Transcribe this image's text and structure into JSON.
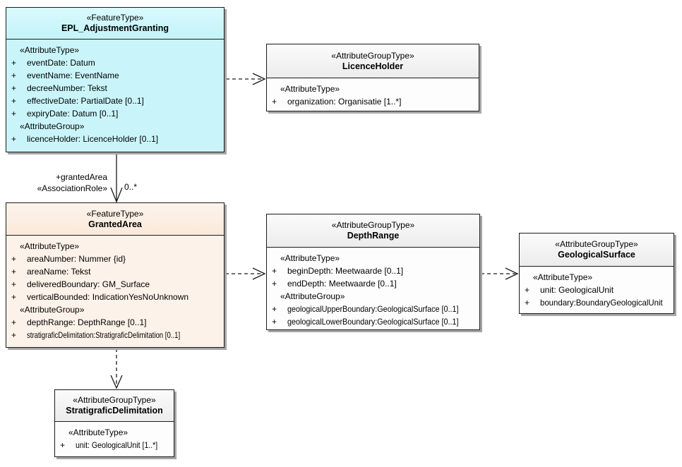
{
  "diagram": {
    "colors": {
      "feature_type_fill": "#C9F5FA",
      "granted_area_fill": "#FDF2E9",
      "attribute_group_fill": "#FDFDFD",
      "attribute_group_header": "#ECECEC",
      "border": "#1A1A1A",
      "shadow": "#A6A6A6"
    },
    "nodes": [
      {
        "id": "EPL_AdjustmentGranting",
        "stereotype": "«FeatureType»",
        "name": "EPL_AdjustmentGranting",
        "sections": [
          {
            "heading": "«AttributeType»",
            "items": [
              {
                "vis": "+",
                "text": "eventDate: Datum"
              },
              {
                "vis": "+",
                "text": "eventName: EventName"
              },
              {
                "vis": "+",
                "text": "decreeNumber: Tekst"
              },
              {
                "vis": "+",
                "text": "effectiveDate: PartialDate [0..1]"
              },
              {
                "vis": "+",
                "text": "expiryDate: Datum [0..1]"
              }
            ]
          },
          {
            "heading": "«AttributeGroup»",
            "items": [
              {
                "vis": "+",
                "text": "licenceHolder: LicenceHolder [0..1]"
              }
            ]
          }
        ]
      },
      {
        "id": "LicenceHolder",
        "stereotype": "«AttributeGroupType»",
        "name": "LicenceHolder",
        "sections": [
          {
            "heading": "«AttributeType»",
            "items": [
              {
                "vis": "+",
                "text": "organization: Organisatie [1..*]"
              }
            ]
          }
        ]
      },
      {
        "id": "GrantedArea",
        "stereotype": "«FeatureType»",
        "name": "GrantedArea",
        "sections": [
          {
            "heading": "«AttributeType»",
            "items": [
              {
                "vis": "+",
                "text": "areaNumber: Nummer {id}"
              },
              {
                "vis": "+",
                "text": "areaName: Tekst"
              },
              {
                "vis": "+",
                "text": "deliveredBoundary: GM_Surface"
              },
              {
                "vis": "+",
                "text": "verticalBounded: IndicationYesNoUnknown"
              }
            ]
          },
          {
            "heading": "«AttributeGroup»",
            "items": [
              {
                "vis": "+",
                "text": "depthRange: DepthRange [0..1]"
              },
              {
                "vis": "+",
                "text": "stratigraficDelimitation:StratigraficDelimitation [0..1]"
              }
            ]
          }
        ]
      },
      {
        "id": "DepthRange",
        "stereotype": "«AttributeGroupType»",
        "name": "DepthRange",
        "sections": [
          {
            "heading": "«AttributeType»",
            "items": [
              {
                "vis": "+",
                "text": "beginDepth: Meetwaarde [0..1]"
              },
              {
                "vis": "+",
                "text": "endDepth: Meetwaarde [0..1]"
              }
            ]
          },
          {
            "heading": "«AttributeGroup»",
            "items": [
              {
                "vis": "+",
                "text": "geologicalUpperBoundary:GeologicalSurface [0..1]"
              },
              {
                "vis": "+",
                "text": "geologicalLowerBoundary:GeologicalSurface [0..1]"
              }
            ]
          }
        ]
      },
      {
        "id": "GeologicalSurface",
        "stereotype": "«AttributeGroupType»",
        "name": "GeologicalSurface",
        "sections": [
          {
            "heading": "«AttributeType»",
            "items": [
              {
                "vis": "+",
                "text": "unit: GeologicalUnit"
              },
              {
                "vis": "+",
                "text": "boundary:BoundaryGeologicalUnit"
              }
            ]
          }
        ]
      },
      {
        "id": "StratigraficDelimitation",
        "stereotype": "«AttributeGroupType»",
        "name": "StratigraficDelimitation",
        "sections": [
          {
            "heading": "«AttributeType»",
            "items": [
              {
                "vis": "+",
                "text": "unit: GeologicalUnit [1..*]"
              }
            ]
          }
        ]
      }
    ],
    "edges": [
      {
        "from": "EPL_AdjustmentGranting",
        "to": "GrantedArea",
        "type": "directed-association",
        "role": "+grantedArea",
        "stereotype": "«AssociationRole»",
        "multiplicity": "0..*"
      },
      {
        "from": "EPL_AdjustmentGranting",
        "to": "LicenceHolder",
        "type": "dashed-dependency"
      },
      {
        "from": "GrantedArea",
        "to": "DepthRange",
        "type": "dashed-dependency"
      },
      {
        "from": "DepthRange",
        "to": "GeologicalSurface",
        "type": "dashed-dependency"
      },
      {
        "from": "GrantedArea",
        "to": "StratigraficDelimitation",
        "type": "dashed-dependency"
      }
    ]
  }
}
